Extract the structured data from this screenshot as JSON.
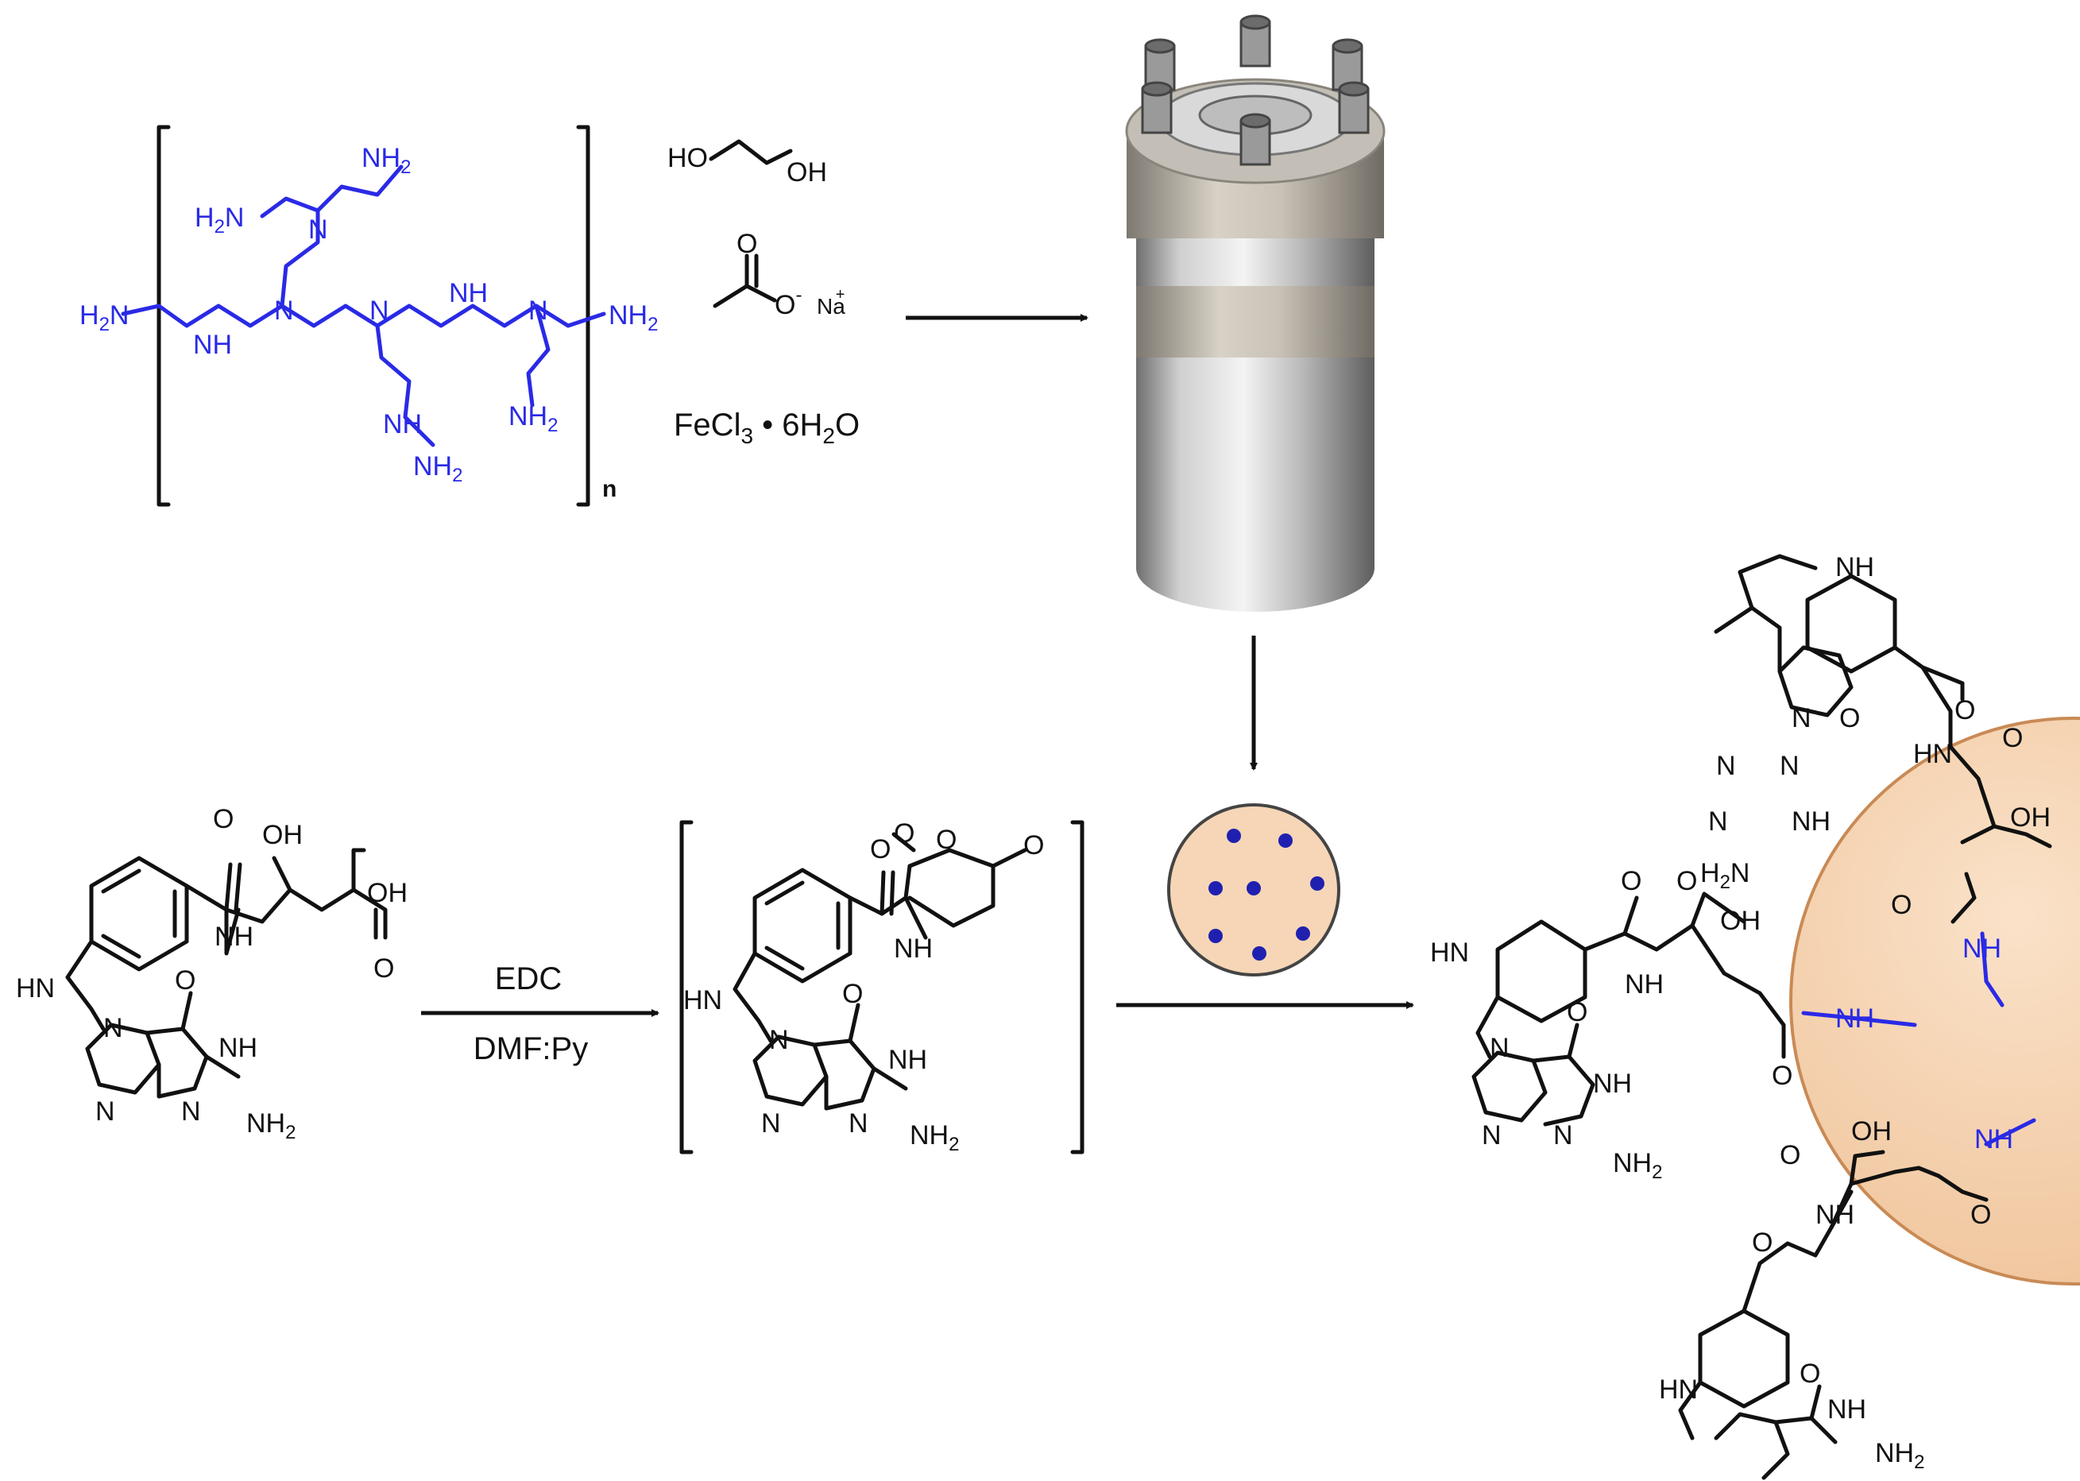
{
  "reagents": {
    "ethylene_glycol": {
      "ho": "HO",
      "oh": "OH"
    },
    "acetate": {
      "o": "O",
      "charge": "-",
      "cation": "Na",
      "cation_charge": "+"
    },
    "iron_salt": {
      "fe": "FeCl",
      "sub3": "3",
      "dot": " • 6H",
      "sub2": "2",
      "o": "O"
    }
  },
  "pei": {
    "nh2": "NH",
    "sub2": "2",
    "n": "N",
    "nh": "NH",
    "h2n": "H",
    "h2n_n": "N",
    "repeat": "n"
  },
  "folate": {
    "oh": "OH",
    "o": "O",
    "hn": "HN",
    "nh": "NH",
    "n": "N",
    "nh2": "NH",
    "sub2": "2",
    "h2n": "H"
  },
  "step": {
    "reagent_top": "EDC",
    "reagent_bottom": "DMF:Py"
  },
  "colors": {
    "polymer": "#2a2ae6",
    "sphere": "#f6d6b6",
    "sphere_edge": "#c98a55",
    "dot": "#2020b0"
  },
  "icons": {
    "reactor": "autoclave-icon",
    "nanoparticles": "nanoparticle-dish-icon"
  }
}
